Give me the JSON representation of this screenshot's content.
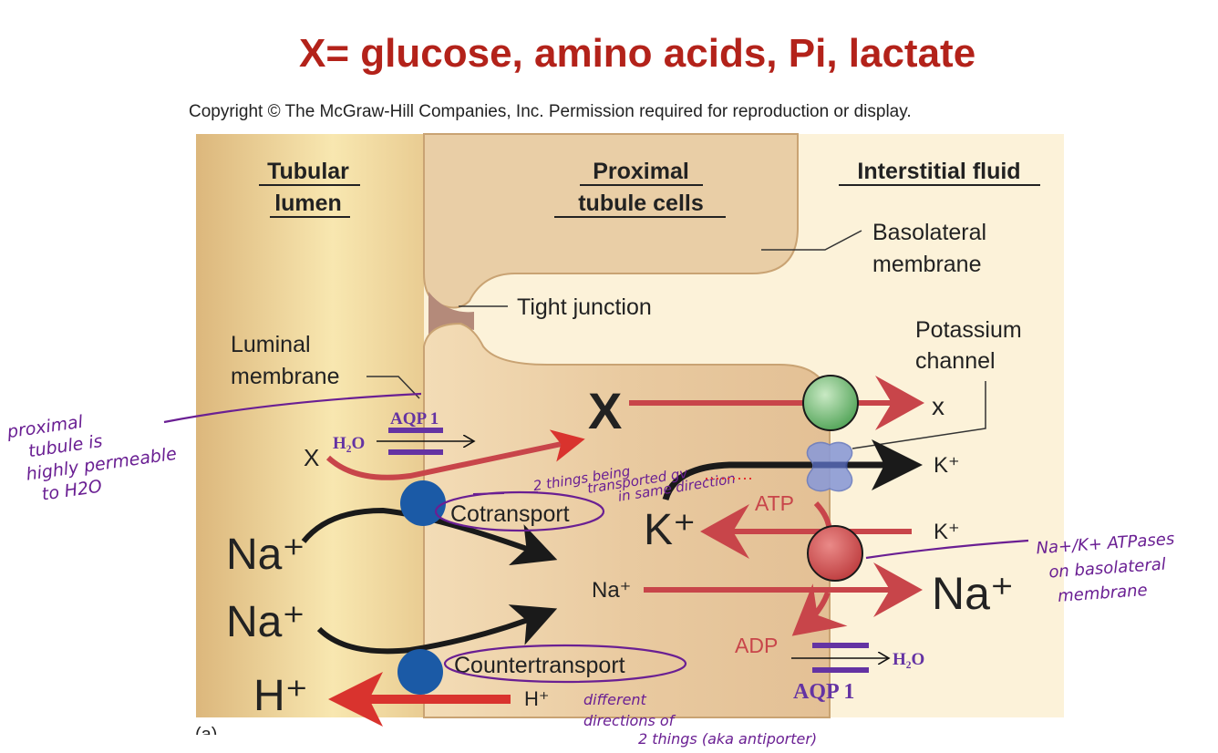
{
  "header": {
    "title": "X= glucose, amino acids, Pi, lactate",
    "copyright": "Copyright © The McGraw-Hill Companies, Inc. Permission required for reproduction or display."
  },
  "regions": {
    "lumen_line1": "Tubular",
    "lumen_line2": "lumen",
    "cells_line1": "Proximal",
    "cells_line2": "tubule cells",
    "interstitial": "Interstitial fluid"
  },
  "labels": {
    "basolateral_line1": "Basolateral",
    "basolateral_line2": "membrane",
    "tight_junction": "Tight junction",
    "luminal_line1": "Luminal",
    "luminal_line2": "membrane",
    "potassium_line1": "Potassium",
    "potassium_line2": "channel",
    "cotransport": "Cotransport",
    "countertransport": "Countertransport",
    "atp": "ATP",
    "adp": "ADP",
    "aqp_left": "AQP 1",
    "aqp_right": "AQP 1",
    "panel": "(a)"
  },
  "molecules": {
    "x_lumen": "X",
    "h2o_left": "H₂O",
    "x_cell": "X",
    "x_interstitial": "x",
    "k_channel_out": "K⁺",
    "k_cell": "K⁺",
    "k_pump_in": "K⁺",
    "na_pump_out": "Na⁺",
    "na_cell": "Na⁺",
    "na_lumen_1": "Na⁺",
    "na_lumen_2": "Na⁺",
    "h_lumen": "H⁺",
    "h_cell": "H⁺",
    "h2o_right": "H₂O"
  },
  "annotations": {
    "left_note": [
      "proximal",
      "tubule is",
      "highly permeable",
      "to H2O"
    ],
    "cotransport_note": [
      "2 things being",
      "transported gv",
      "in same direction"
    ],
    "antiporter_note": [
      "different",
      "directions of",
      "2 things (aka antiporter)"
    ],
    "pump_note": [
      "Na+/K+ ATPases",
      "on basolateral",
      "membrane"
    ]
  },
  "colors": {
    "title_red": "#b3221a",
    "arrow_red": "#c8454a",
    "annotation_purple": "#6a1f93",
    "aqp_purple": "#6433a3",
    "transporter_blue": "#1b5aa6",
    "carrier_green": "#5fae63",
    "pump_red": "#c84848",
    "channel_blue": "#8c9bd6"
  }
}
